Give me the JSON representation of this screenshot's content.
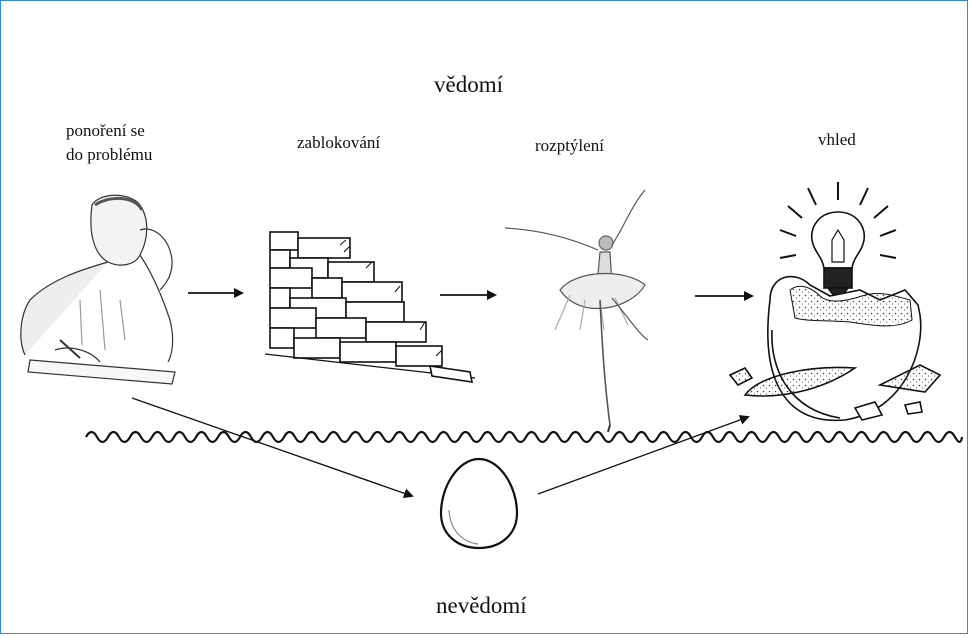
{
  "diagram": {
    "conscious_label": "vědomí",
    "unconscious_label": "nevědomí",
    "stages": [
      {
        "label_line1": "ponoření se",
        "label_line2": "do problému",
        "icon": "writing-person-icon"
      },
      {
        "label_line1": "zablokování",
        "icon": "brick-wall-icon"
      },
      {
        "label_line1": "rozptýlení",
        "icon": "ballerina-icon"
      },
      {
        "label_line1": "vhled",
        "icon": "lightbulb-hatching-egg-icon"
      }
    ],
    "hidden_stage_icon": "egg-icon",
    "colors": {
      "frame": "#3a8bc8",
      "ink": "#111111"
    }
  }
}
